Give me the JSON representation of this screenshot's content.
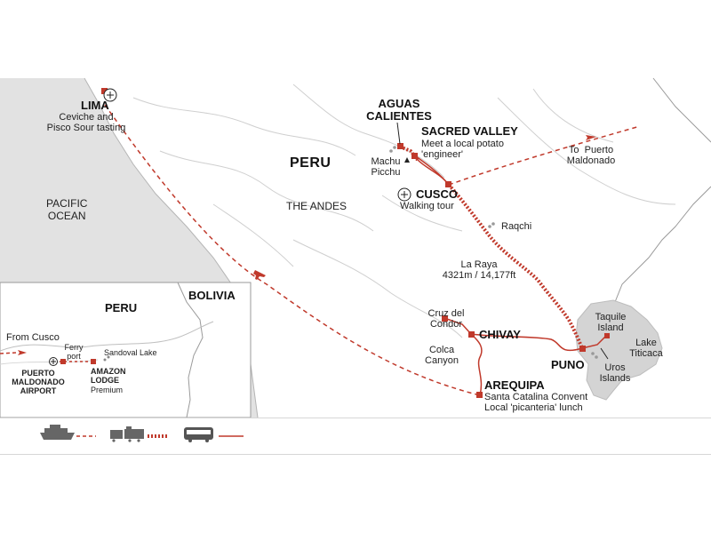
{
  "colors": {
    "route": "#c0392b",
    "land": "#ffffff",
    "sea": "#e2e2e2",
    "lake": "#d4d4d4",
    "border": "#9a9a9a",
    "river": "#c9c9c9"
  },
  "map": {
    "countries": {
      "main": "PERU",
      "inset_peru": "PERU",
      "inset_bolivia": "BOLIVIA"
    },
    "ocean": "PACIFIC\nOCEAN",
    "region": "THE ANDES",
    "places": {
      "lima": {
        "name": "LIMA",
        "note": "Ceviche and\nPisco Sour tasting"
      },
      "aguas": {
        "name": "AGUAS\nCALIENTES"
      },
      "sacred": {
        "name": "SACRED VALLEY",
        "note": "Meet a local potato\n'engineer'"
      },
      "machu": {
        "name": "Machu\nPicchu"
      },
      "cusco": {
        "name": "CUSCO",
        "note": "Walking tour"
      },
      "raqchi": {
        "name": "Raqchi"
      },
      "laraya": {
        "name": "La Raya\n4321m / 14,177ft"
      },
      "puerto_to": {
        "name": "To  Puerto\nMaldonado"
      },
      "cruz": {
        "name": "Cruz del\nCondor"
      },
      "chivay": {
        "name": "CHIVAY"
      },
      "colca": {
        "name": "Colca\nCanyon"
      },
      "puno": {
        "name": "PUNO"
      },
      "taquile": {
        "name": "Taquile\nIsland"
      },
      "titicaca": {
        "name": "Lake\nTiticaca"
      },
      "uros": {
        "name": "Uros\nIslands"
      },
      "arequipa": {
        "name": "AREQUIPA",
        "note": "Santa Catalina Convent\nLocal 'picanteria' lunch"
      }
    },
    "inset": {
      "from": "From Cusco",
      "ferry": "Ferry\nport",
      "sandoval": "Sandoval Lake",
      "airport": "PUERTO\nMALDONADO\nAIRPORT",
      "lodge": "AMAZON\nLODGE",
      "lodge_tier": "Premium"
    }
  },
  "legend": [
    {
      "icon": "boat-icon",
      "line": "dashed"
    },
    {
      "icon": "train-icon",
      "line": "dotted"
    },
    {
      "icon": "bus-icon",
      "line": "solid"
    }
  ]
}
